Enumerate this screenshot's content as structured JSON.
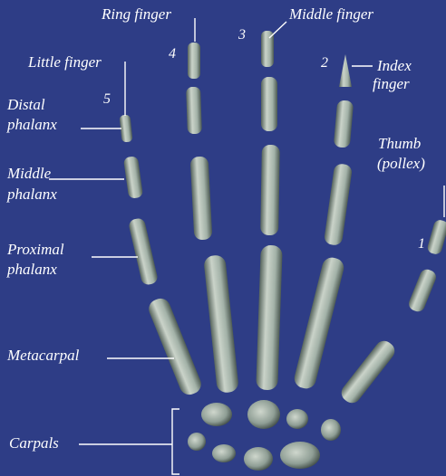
{
  "labels": {
    "ring_finger": "Ring finger",
    "middle_finger": "Middle finger",
    "little_finger": "Little finger",
    "index_finger_line1": "Index",
    "index_finger_line2": "finger",
    "distal_line1": "Distal",
    "distal_line2": "phalanx",
    "middle_line1": "Middle",
    "middle_line2": "phalanx",
    "proximal_line1": "Proximal",
    "proximal_line2": "phalanx",
    "metacarpal": "Metacarpal",
    "carpals": "Carpals",
    "thumb_line1": "Thumb",
    "thumb_line2": "(pollex)"
  },
  "digit_numbers": {
    "thumb": "1",
    "index": "2",
    "middle": "3",
    "ring": "4",
    "little": "5"
  },
  "colors": {
    "background": "#2e3d86",
    "bone_light": "#c9d2c8",
    "bone_mid": "#93a399",
    "bone_dark": "#3a4640",
    "text": "#ffffff"
  }
}
